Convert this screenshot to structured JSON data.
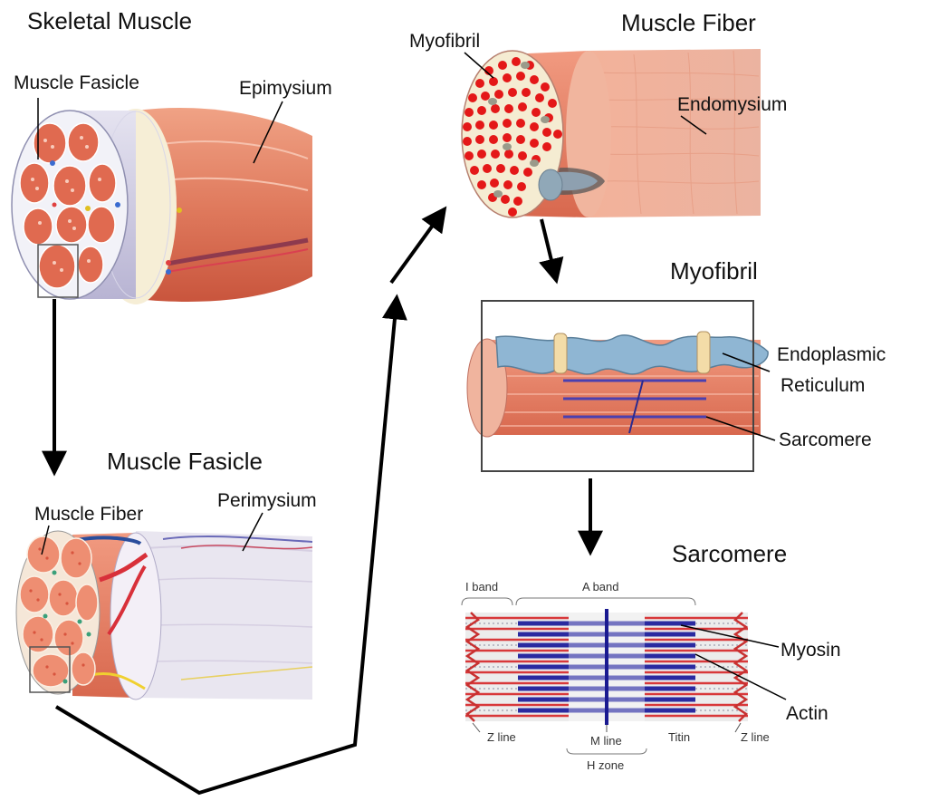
{
  "panels": {
    "skeletal_muscle": {
      "title": "Skeletal Muscle",
      "labels": {
        "fascicle": "Muscle Fasicle",
        "epimysium": "Epimysium"
      }
    },
    "muscle_fascicle": {
      "title": "Muscle Fasicle",
      "labels": {
        "fiber": "Muscle Fiber",
        "perimysium": "Perimysium"
      }
    },
    "muscle_fiber": {
      "title": "Muscle Fiber",
      "labels": {
        "myofibril": "Myofibril",
        "endomysium": "Endomysium"
      }
    },
    "myofibril": {
      "title": "Myofibril",
      "labels": {
        "er_line1": "Endoplasmic",
        "er_line2": "Reticulum",
        "sarcomere": "Sarcomere"
      }
    },
    "sarcomere": {
      "title": "Sarcomere",
      "labels": {
        "i_band": "I band",
        "a_band": "A band",
        "myosin": "Myosin",
        "actin": "Actin",
        "z_line_left": "Z line",
        "m_line": "M line",
        "h_zone": "H zone",
        "titin": "Titin",
        "z_line_right": "Z line"
      }
    }
  },
  "colors": {
    "muscle": "#e8876a",
    "muscle_dark": "#c9553d",
    "sheath": "#c9c6de",
    "fibre_dot": "#e04030",
    "er_blue": "#8fb6d3",
    "actin_red": "#d8383a",
    "myosin_blue": "#2a2aa0",
    "arrow": "#000000"
  }
}
